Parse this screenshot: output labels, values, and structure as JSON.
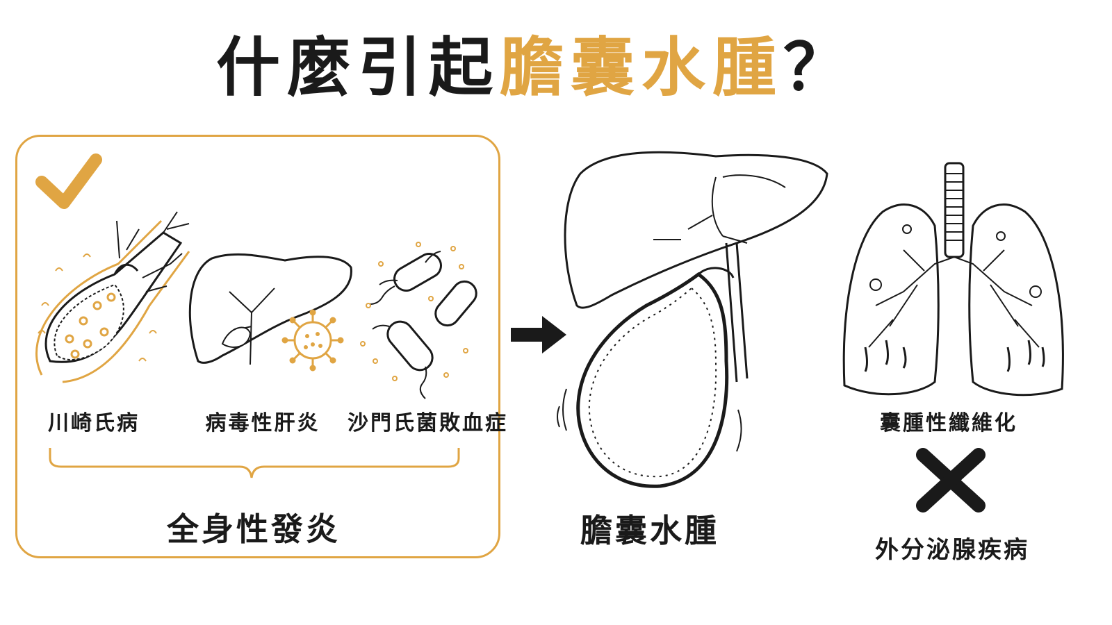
{
  "title": {
    "prefix": "什麼引起",
    "highlight": "膽囊水腫",
    "suffix": "？"
  },
  "causes": {
    "kawasaki": "川崎氏病",
    "viral_hepatitis": "病毒性肝炎",
    "salmonella_sepsis": "沙門氏菌敗血症",
    "group": "全身性發炎"
  },
  "result": "膽囊水腫",
  "excluded": {
    "cystic_fibrosis": "囊腫性纖維化",
    "group": "外分泌腺疾病"
  },
  "colors": {
    "accent": "#E0A543",
    "ink": "#1a1a1a"
  },
  "icons": {
    "check": "check-icon",
    "arrow": "arrow-right-icon",
    "cross": "cross-icon"
  }
}
